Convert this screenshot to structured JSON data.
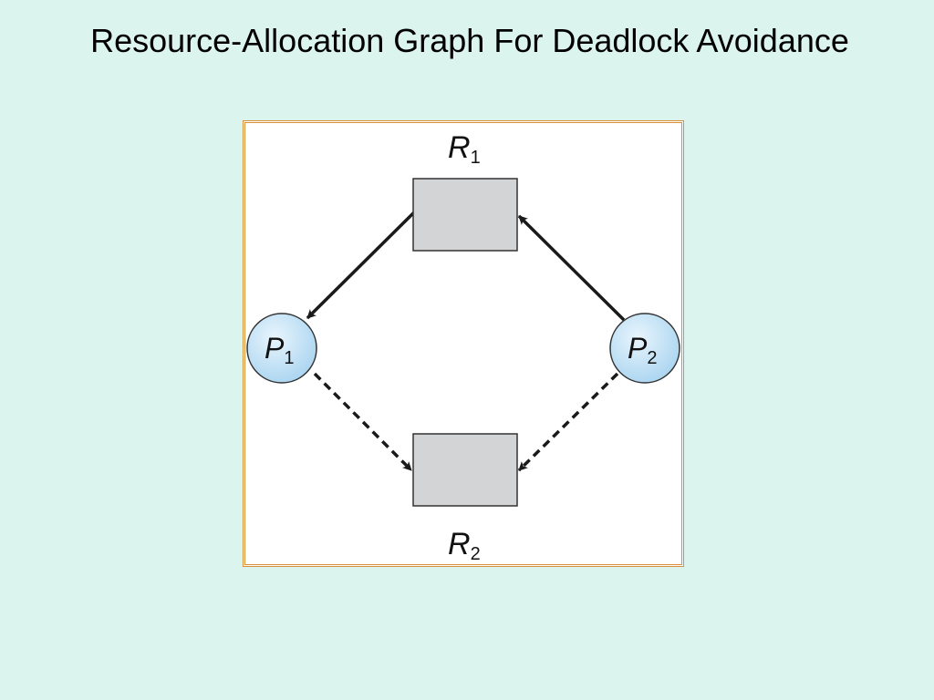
{
  "slide": {
    "title": "Resource-Allocation Graph For Deadlock Avoidance"
  },
  "diagram": {
    "resources": [
      {
        "id": "R1",
        "letter": "R",
        "subscript": "1"
      },
      {
        "id": "R2",
        "letter": "R",
        "subscript": "2"
      }
    ],
    "processes": [
      {
        "id": "P1",
        "letter": "P",
        "subscript": "1"
      },
      {
        "id": "P2",
        "letter": "P",
        "subscript": "2"
      }
    ],
    "edges": [
      {
        "from": "R1",
        "to": "P1",
        "kind": "assignment",
        "style": "solid"
      },
      {
        "from": "P2",
        "to": "R1",
        "kind": "request",
        "style": "solid"
      },
      {
        "from": "P1",
        "to": "R2",
        "kind": "claim",
        "style": "dashed"
      },
      {
        "from": "P2",
        "to": "R2",
        "kind": "claim",
        "style": "dashed"
      }
    ],
    "colors": {
      "resource_fill": "#d3d4d6",
      "process_fill": "#bfe0f5",
      "edge": "#1a1a1a",
      "frame_border": "#d8913a",
      "background": "#dcf4ee"
    }
  }
}
